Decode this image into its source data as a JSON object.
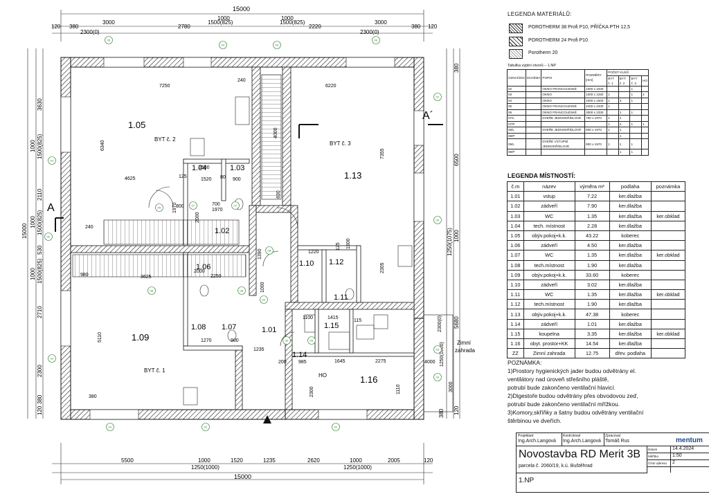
{
  "legend_materials": {
    "title": "LEGENDA MATERIÁLŮ:",
    "items": [
      {
        "label": "POROTHERM 38 Profi P10, PŘÍČKA PTH 12,5"
      },
      {
        "label": "POROTHERM 24 Profi P10"
      },
      {
        "label": "Porotherm 20"
      }
    ]
  },
  "openings_table": {
    "title": "Tabulka výplní otvorů – 1.NP",
    "headers": [
      "OZNAČENÍ",
      "SCHÉMA",
      "POPIS",
      "ROZMĚRY [mm]",
      "BYT č. 1",
      "BYT č. 2",
      "BYT č. 3",
      "HO"
    ],
    "group_header": "POČET KUSŮ",
    "rows": [
      [
        "02",
        "",
        "OKNO FRANCOUZSKÉ",
        "1000 x 2330",
        "",
        "",
        "1",
        ""
      ],
      [
        "03",
        "",
        "OKNO",
        "1000 x 1250",
        "1",
        "",
        "1",
        "2"
      ],
      [
        "04",
        "",
        "OKNO",
        "1000 x 1500",
        "1",
        "3",
        "1",
        ""
      ],
      [
        "05",
        "",
        "OKNO FRANCOUZSKÉ",
        "2400 x 2330",
        "1",
        "",
        "",
        ""
      ],
      [
        "06",
        "",
        "OKNO FRANCOUZSKÉ",
        "3000 x 2330",
        "",
        "1",
        "1",
        ""
      ],
      [
        "07/L",
        "",
        "DVEŘE JEDNOKŘÍDLOVÉ",
        "700 x 1970",
        "1",
        "1",
        "",
        ""
      ],
      [
        "07/P",
        "",
        "",
        "",
        "1",
        "2",
        "1",
        "1"
      ],
      [
        "08/L",
        "",
        "DVEŘE JEDNOKŘÍDLOVÉ",
        "800 x 1970",
        "1",
        "1",
        "",
        ""
      ],
      [
        "08/P",
        "",
        "",
        "",
        "",
        "1",
        "",
        ""
      ],
      [
        "09/L",
        "",
        "DVEŘE VSTUPNÍ JEDNOKŘÍDLOVÉ",
        "900 x 1970",
        "1",
        "1",
        "1",
        ""
      ],
      [
        "09/P",
        "",
        "",
        "",
        "",
        "1",
        "1",
        ""
      ]
    ]
  },
  "rooms_legend": {
    "title": "LEGENDA MÍSTNOSTÍ:",
    "headers": [
      "č.m",
      "název",
      "výměra m²",
      "podlaha",
      "poznámka"
    ],
    "rows": [
      [
        "1.01",
        "vstup",
        "7.22",
        "ker.dlažba",
        ""
      ],
      [
        "1.02",
        "zádveří",
        "7.90",
        "ker.dlažba",
        ""
      ],
      [
        "1.03",
        "WC",
        "1.35",
        "ker.dlažba",
        "ker.obklad"
      ],
      [
        "1.04",
        "tech. místnost",
        "2.28",
        "ker.dlažba",
        ""
      ],
      [
        "1.05",
        "obýv.pokoj+k.k.",
        "43.22",
        "koberec",
        ""
      ],
      [
        "1.06",
        "zádveří",
        "4.50",
        "ker.dlažba",
        ""
      ],
      [
        "1.07",
        "WC",
        "1.35",
        "ker.dlažba",
        "ker.obklad"
      ],
      [
        "1.08",
        "tech.místnost",
        "1.90",
        "ker.dlažba",
        ""
      ],
      [
        "1.09",
        "obýv.pokoj+k.k.",
        "33.60",
        "koberec",
        ""
      ],
      [
        "1.10",
        "zádveří",
        "3.02",
        "ker.dlažba",
        ""
      ],
      [
        "1.11",
        "WC",
        "1.35",
        "ker.dlažba",
        "ker.obklad"
      ],
      [
        "1.12",
        "tech.místnost",
        "1.90",
        "ker.dlažba",
        ""
      ],
      [
        "1.13",
        "obýv.pokoj+k.k.",
        "47.38",
        "koberec",
        ""
      ],
      [
        "1.14",
        "zádveří",
        "1.01",
        "ker.dlažba",
        ""
      ],
      [
        "1.15",
        "koupelna",
        "3.35",
        "ker.dlažba",
        "ker.obklad"
      ],
      [
        "1.16",
        "obyt. prostor+KK",
        "14.54",
        "ker.dlažba",
        ""
      ],
      [
        "ZZ",
        "Zimní zahrada",
        "12.75",
        "dřev. podlaha",
        ""
      ]
    ]
  },
  "notes": {
    "title": "POZNÁMKA:",
    "lines": [
      "1)Prostory hygienických jader budou odvětrány el.",
      "ventilátory nad úroveň střešního pláště,",
      "potrubí bude zakončeno ventilační hlavicí.",
      "2)Digestoře budou odvětrány přes obvodovou zeď,",
      "potrubí bude zakončeno ventilační mřížkou.",
      "3)Komory,skříňky a šatny budou odvětrány ventilační",
      "štěrbinou ve dveřích."
    ]
  },
  "title_block": {
    "projektant_label": "Projektant",
    "projektant": "Ing.Arch.Langová",
    "kontroloval_label": "Kontroloval",
    "kontroloval": "Ing.Arch.Langová",
    "zpracoval_label": "Zpracoval",
    "zpracoval": "Tomáš Rus",
    "logo": "mentum",
    "title": "Novostavba RD Merit 3B",
    "subtitle": "parcela č. 2060/19, k.ú. Buštěhrad",
    "datum_label": "Datum",
    "datum": "14.4.2024",
    "meritko_label": "Měřítko",
    "meritko": "1:50",
    "cislo_label": "Číslo výkresu",
    "cislo": "2",
    "sheet": "1.NP"
  },
  "plan": {
    "dim_top_total": "15000",
    "dim_top_row": [
      "120",
      "380",
      "3000",
      "2780",
      "1000",
      "1500(825)",
      "1000",
      "1500(825)",
      "2220",
      "3000",
      "380",
      "120"
    ],
    "dim_top_sub": [
      "2300(0)",
      "2300(0)"
    ],
    "dim_bottom_row": [
      "5500",
      "1000",
      "1520",
      "1235",
      "2620",
      "1000",
      "2005",
      "120"
    ],
    "dim_bottom_sub": [
      "1250(1000)",
      "1250(1000)"
    ],
    "dim_bottom_total": "15000",
    "dim_left": [
      "3630",
      "1000",
      "1500(825)",
      "2110",
      "1000",
      "1500(825)",
      "15000",
      "530",
      "1000",
      "1500(825)",
      "2710",
      "2300",
      "380",
      "120"
    ],
    "dim_right": [
      "380",
      "6500",
      "1000",
      "1250(1075)",
      "5680",
      "120",
      "380"
    ],
    "rooms": [
      {
        "id": "1.05",
        "name": "BYT č. 2"
      },
      {
        "id": "1.04"
      },
      {
        "id": "1.03"
      },
      {
        "id": "1.02"
      },
      {
        "id": "1.06"
      },
      {
        "id": "1.09",
        "name": "BYT č. 1"
      },
      {
        "id": "1.08"
      },
      {
        "id": "1.07"
      },
      {
        "id": "1.01"
      },
      {
        "id": "1.13",
        "name": "BYT č. 3"
      },
      {
        "id": "1.10"
      },
      {
        "id": "1.12"
      },
      {
        "id": "1.11"
      },
      {
        "id": "1.15"
      },
      {
        "id": "1.14"
      },
      {
        "id": "1.16",
        "name": "HO"
      }
    ],
    "section_a": "A",
    "section_a2": "A´",
    "zimni": "Zimní zahrada",
    "inner_dims": [
      "7250",
      "240",
      "6220",
      "6340",
      "4625",
      "125",
      "1500",
      "1520",
      "80",
      "900",
      "240",
      "800",
      "1970",
      "2000",
      "700",
      "1970",
      "2250",
      "3625",
      "980",
      "5110",
      "380",
      "2000",
      "1270",
      "900",
      "1235",
      "985",
      "1645",
      "2275",
      "2300",
      "1100",
      "1415",
      "115",
      "7355",
      "2305",
      "1220",
      "125",
      "1500",
      "4000",
      "3000",
      "1110",
      "200",
      "830",
      "1390",
      "4000",
      "1000",
      "1250(1000)",
      "2300(0)"
    ],
    "markers": [
      "05",
      "04",
      "04",
      "06",
      "03",
      "03",
      "03",
      "03",
      "03",
      "03",
      "02",
      "02",
      "02",
      "02",
      "05",
      "07",
      "07",
      "08",
      "08",
      "08",
      "09",
      "09",
      "09"
    ]
  }
}
